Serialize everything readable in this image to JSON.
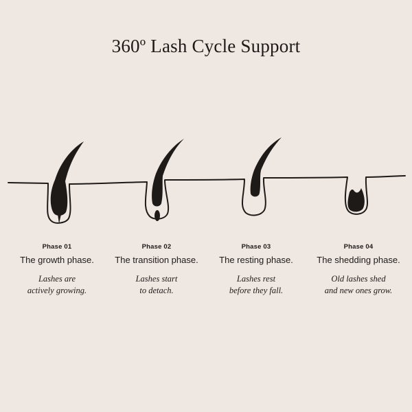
{
  "title": "360º Lash Cycle Support",
  "phases": [
    {
      "label": "Phase 01",
      "heading": "The growth phase.",
      "desc": [
        "Lashes are",
        "actively growing."
      ]
    },
    {
      "label": "Phase 02",
      "heading": "The transition phase.",
      "desc": [
        "Lashes start",
        "to detach."
      ]
    },
    {
      "label": "Phase 03",
      "heading": "The resting phase.",
      "desc": [
        "Lashes rest",
        "before they fall."
      ]
    },
    {
      "label": "Phase 04",
      "heading": "The shedding phase.",
      "desc": [
        "Old lashes shed",
        "and new ones grow."
      ]
    }
  ],
  "colors": {
    "background": "#efe7e2",
    "ink": "#1d1a18"
  }
}
